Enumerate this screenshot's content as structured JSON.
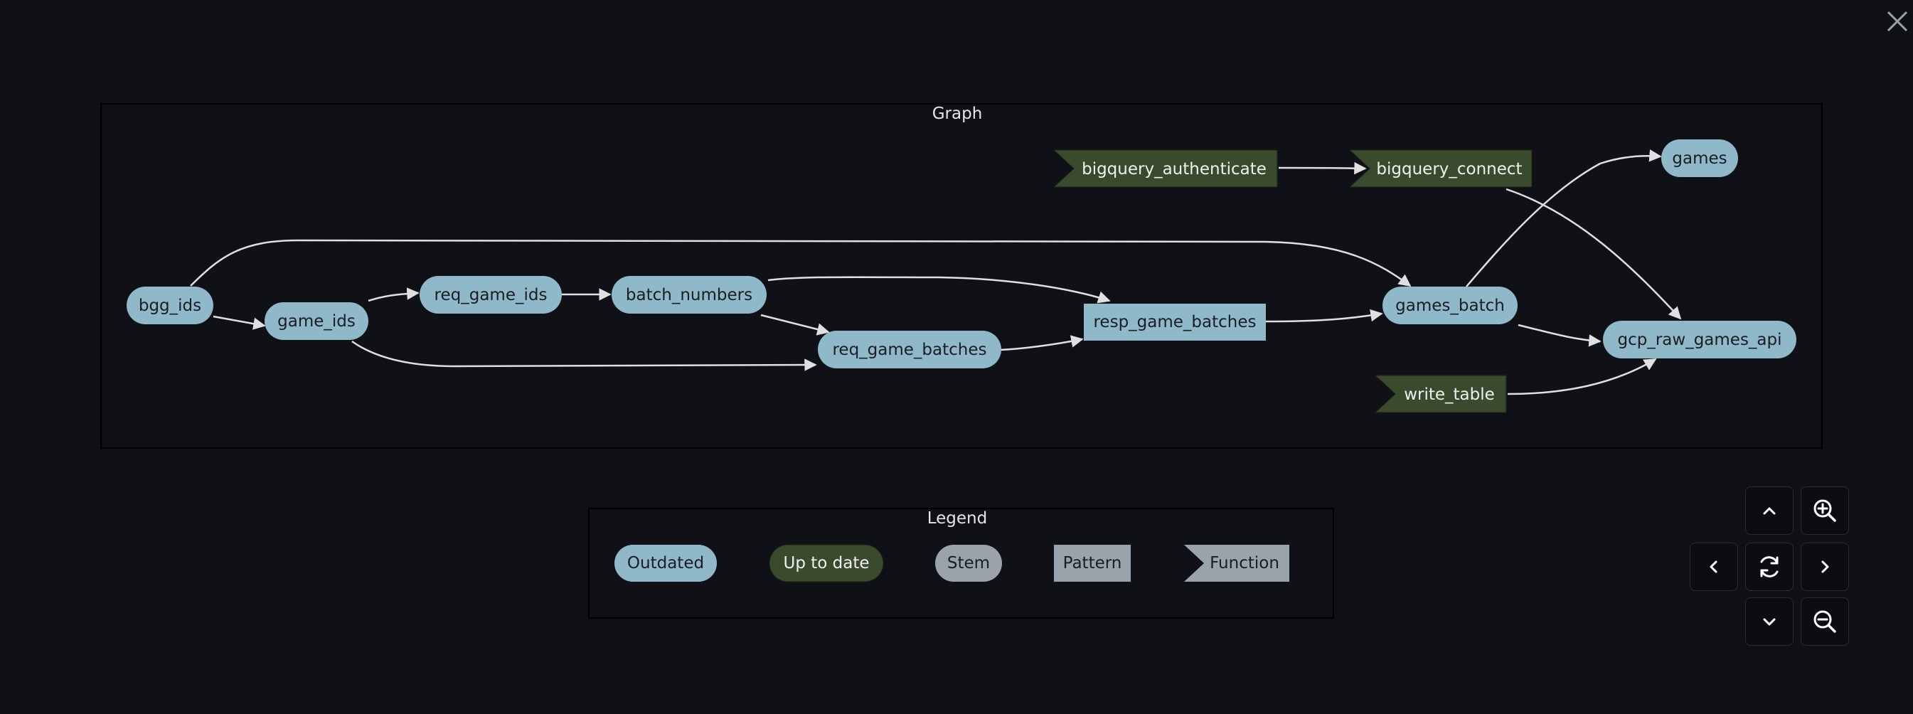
{
  "graph": {
    "title": "Graph",
    "nodes": {
      "bgg_ids": "bgg_ids",
      "game_ids": "game_ids",
      "req_game_ids": "req_game_ids",
      "batch_numbers": "batch_numbers",
      "req_game_batches": "req_game_batches",
      "resp_game_batches": "resp_game_batches",
      "games_batch": "games_batch",
      "games": "games",
      "gcp_raw_games_api": "gcp_raw_games_api",
      "bigquery_authenticate": "bigquery_authenticate",
      "bigquery_connect": "bigquery_connect",
      "write_table": "write_table"
    },
    "edges": [
      [
        "bgg_ids",
        "game_ids"
      ],
      [
        "bgg_ids",
        "games_batch"
      ],
      [
        "game_ids",
        "req_game_ids"
      ],
      [
        "game_ids",
        "req_game_batches"
      ],
      [
        "req_game_ids",
        "batch_numbers"
      ],
      [
        "batch_numbers",
        "req_game_batches"
      ],
      [
        "batch_numbers",
        "resp_game_batches"
      ],
      [
        "req_game_batches",
        "resp_game_batches"
      ],
      [
        "resp_game_batches",
        "games_batch"
      ],
      [
        "games_batch",
        "games"
      ],
      [
        "games_batch",
        "gcp_raw_games_api"
      ],
      [
        "bigquery_authenticate",
        "bigquery_connect"
      ],
      [
        "bigquery_connect",
        "gcp_raw_games_api"
      ],
      [
        "write_table",
        "gcp_raw_games_api"
      ]
    ]
  },
  "legend": {
    "title": "Legend",
    "outdated": "Outdated",
    "up_to_date": "Up to date",
    "stem": "Stem",
    "pattern": "Pattern",
    "function": "Function"
  },
  "colors": {
    "outdated": "#8fb8c8",
    "up_to_date": "#3a4a2c",
    "stem": "#9aa3ab",
    "background": "#0f1117",
    "edge": "#e0e0e0"
  },
  "controls": {
    "up": "chevron-up-icon",
    "down": "chevron-down-icon",
    "left": "chevron-left-icon",
    "right": "chevron-right-icon",
    "reset": "refresh-icon",
    "zoom_in": "zoom-in-icon",
    "zoom_out": "zoom-out-icon",
    "close": "close-icon"
  }
}
